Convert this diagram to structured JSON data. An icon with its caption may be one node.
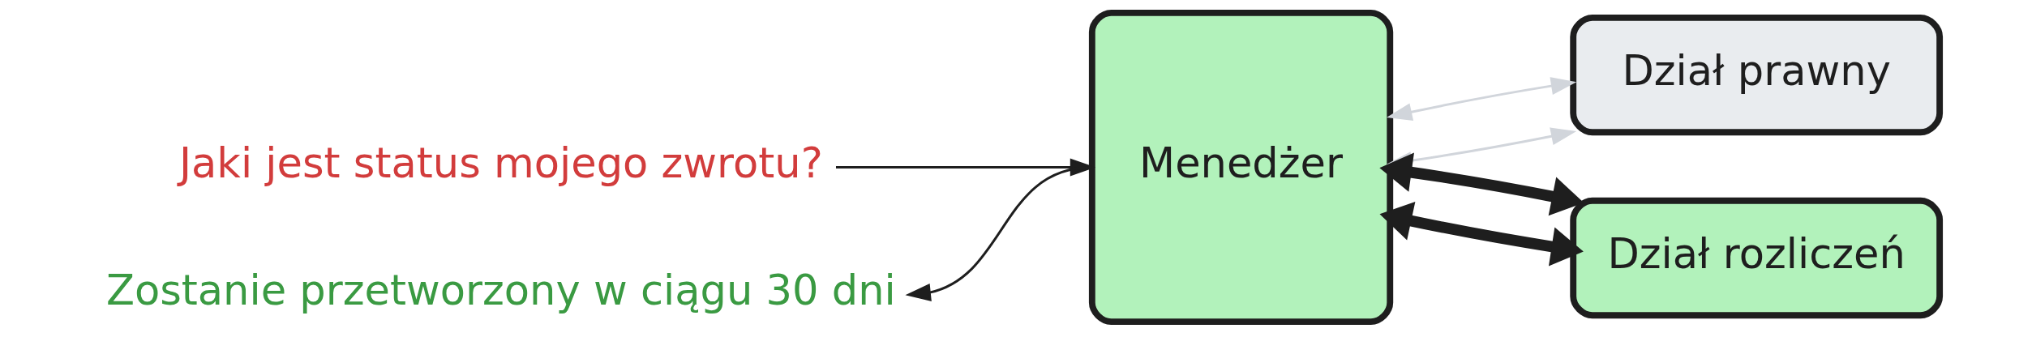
{
  "diagram": {
    "nodes": [
      {
        "text": [
          "Jaki jest status mojego zwrotu?"
        ]
      },
      {
        "text": [
          "Zostanie przetworzony w ciągu 30 dni"
        ]
      },
      {
        "text": [
          "Menedżer"
        ]
      },
      {
        "text": [
          "Dział prawny"
        ]
      },
      {
        "text": [
          "Dział rozliczeń"
        ]
      }
    ],
    "edges": [
      {
        "from": 0,
        "to": 2,
        "arrow": "to"
      },
      {
        "from": 2,
        "to": 1,
        "arrow": "to"
      },
      {
        "from": 2,
        "to": 3,
        "arrow": "both",
        "color": "#d1d5db"
      },
      {
        "from": 2,
        "to": 3,
        "arrow": "both",
        "color": "#d1d5db"
      },
      {
        "from": 2,
        "to": 4,
        "arrow": "both",
        "style": "thick"
      },
      {
        "from": 2,
        "to": 4,
        "arrow": "both",
        "style": "thick"
      }
    ]
  }
}
